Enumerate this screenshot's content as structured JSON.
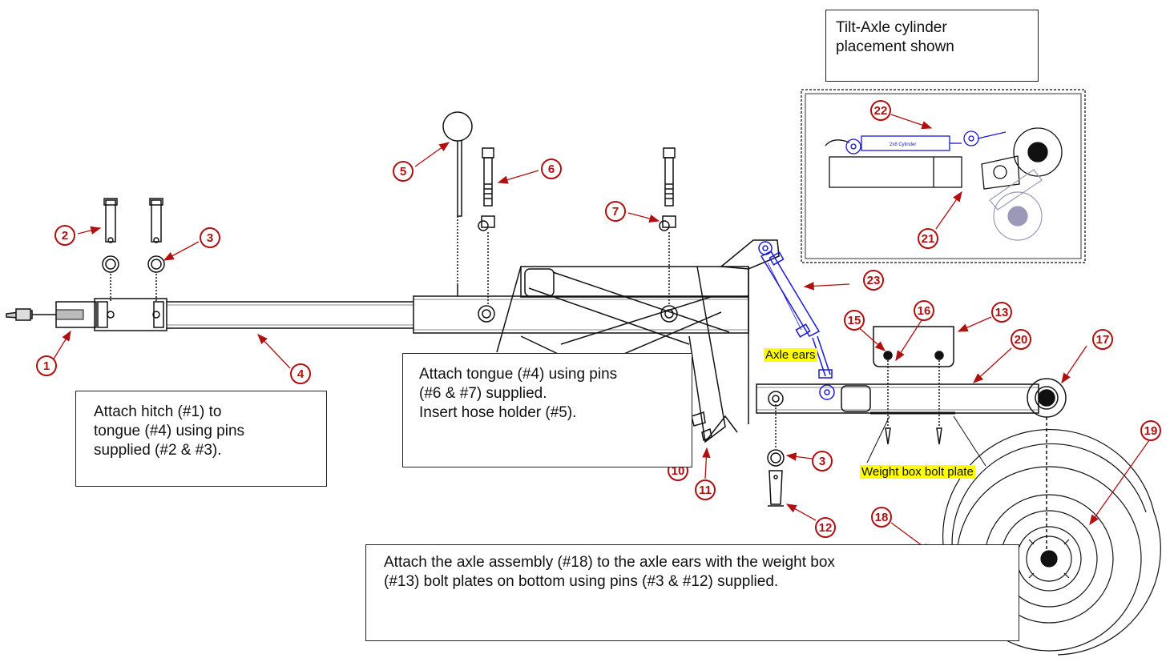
{
  "notes": {
    "tilt_axle": [
      "Tilt-Axle cylinder",
      "placement shown"
    ],
    "hitch": [
      "Attach hitch (#1)  to",
      "tongue (#4) using pins",
      "supplied (#2 & #3)."
    ],
    "tongue": [
      "Attach tongue (#4) using pins",
      "(#6 & #7) supplied.",
      "Insert hose holder (#5)."
    ],
    "axle": [
      "Attach the axle assembly (#18)  to the axle ears with the weight box",
      "(#13) bolt plates on bottom using pins  (#3 & #12) supplied."
    ]
  },
  "highlights": {
    "axle_ears": "Axle ears",
    "weight_box_plate": "Weight box bolt plate"
  },
  "callouts": [
    "1",
    "2",
    "3",
    "4",
    "5",
    "6",
    "7",
    "10",
    "11",
    "3",
    "12",
    "13",
    "15",
    "16",
    "17",
    "18",
    "19",
    "20",
    "21",
    "22",
    "23"
  ],
  "cylinder_label": "2x8 Cylinder",
  "colors": {
    "callout": "#b01010",
    "cylinder": "#1a1ad0",
    "line": "#111111",
    "ghost": "#9a9ab8"
  }
}
